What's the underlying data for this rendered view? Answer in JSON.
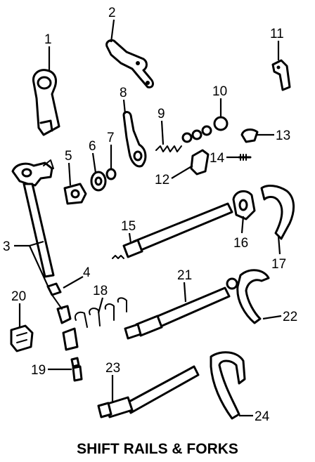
{
  "diagram": {
    "caption": "SHIFT RAILS & FORKS",
    "callouts": [
      "1",
      "2",
      "3",
      "4",
      "5",
      "6",
      "7",
      "8",
      "9",
      "10",
      "11",
      "12",
      "13",
      "14",
      "15",
      "16",
      "17",
      "18",
      "19",
      "20",
      "21",
      "22",
      "23",
      "24"
    ]
  }
}
